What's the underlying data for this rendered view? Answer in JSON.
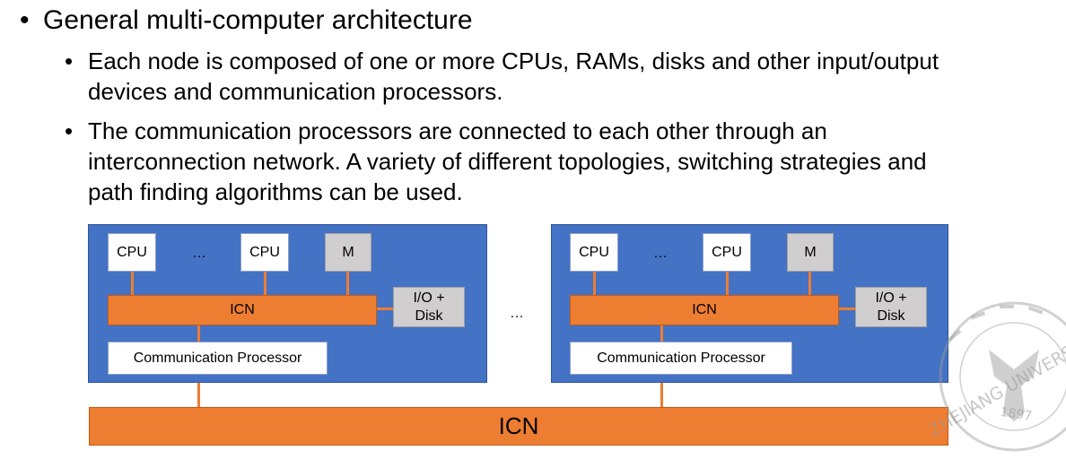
{
  "bullets": {
    "main": "General multi-computer architecture",
    "sub": [
      "Each node is composed of one or more CPUs, RAMs, disks and other input/output devices and communication processors.",
      "The communication processors are connected to each other through an interconnection network. A variety of different topologies, switching strategies and path finding algorithms can be used."
    ]
  },
  "diagram": {
    "node_left": {
      "cpu1": "CPU",
      "ellipsis": "…",
      "cpu2": "CPU",
      "memory": "M",
      "icn": "ICN",
      "io_line1": "I/O +",
      "io_line2": "Disk",
      "comm": "Communication Processor"
    },
    "between_nodes": "…",
    "node_right": {
      "cpu1": "CPU",
      "ellipsis": "…",
      "cpu2": "CPU",
      "memory": "M",
      "icn": "ICN",
      "io_line1": "I/O +",
      "io_line2": "Disk",
      "comm": "Communication Processor"
    },
    "global_icn": "ICN"
  },
  "colors": {
    "node_blue": "#4472c4",
    "icn_orange": "#ed7d31",
    "memory_gray": "#d0cece"
  },
  "watermark": {
    "name": "ZHEJIANG UNIVERSITY",
    "year": "1897",
    "icon": "zju-seal-icon"
  }
}
